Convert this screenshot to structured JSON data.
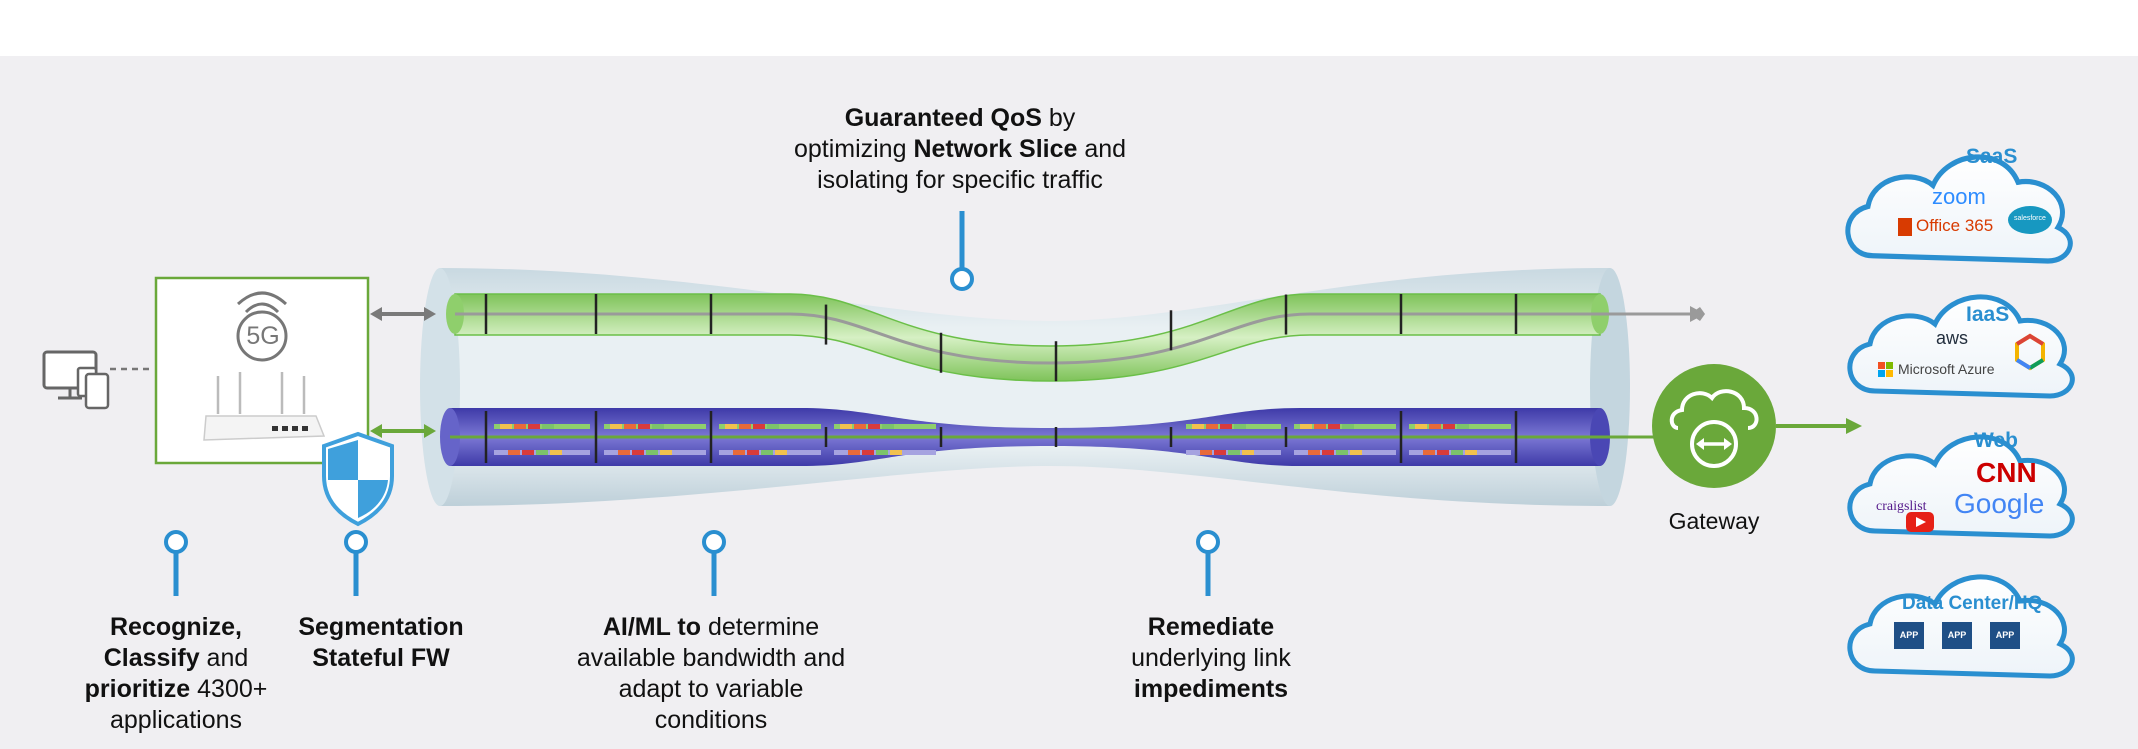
{
  "top_callout": {
    "line1_bold": "Guaranteed QoS",
    "line1_rest": " by",
    "line2_pre": "optimizing ",
    "line2_bold": "Network Slice",
    "line2_post": " and",
    "line3": "isolating for specific traffic"
  },
  "callouts": {
    "recognize": {
      "l1_bold": "Recognize,",
      "l2_bold": "Classify",
      "l2_rest": " and",
      "l3_bold": "prioritize",
      "l3_rest": " 4300+",
      "l4": "applications"
    },
    "segmentation": {
      "l1_bold": "Segmentation",
      "l2_bold": "Stateful FW"
    },
    "aiml": {
      "l1_bold": "AI/ML to",
      "l1_rest": " determine",
      "l2": "available bandwidth and",
      "l3": "adapt to variable",
      "l4": "conditions"
    },
    "remediate": {
      "l1_bold": "Remediate",
      "l2": "underlying link",
      "l3_bold": "impediments"
    }
  },
  "router": {
    "badge": "5G"
  },
  "gateway": {
    "label": "Gateway"
  },
  "clouds": [
    {
      "title": "SaaS",
      "logos": [
        "zoom",
        "Office 365",
        "salesforce"
      ]
    },
    {
      "title": "IaaS",
      "logos": [
        "aws",
        "Microsoft Azure"
      ]
    },
    {
      "title": "Web",
      "logos": [
        "CNN",
        "craigslist",
        "Google"
      ]
    },
    {
      "title": "Data Center/HQ",
      "logos": [
        "APP",
        "APP",
        "APP"
      ]
    }
  ],
  "colors": {
    "accent_blue": "#2a8fd0",
    "green": "#6aa83a",
    "pipe_outer": "#c9d9e2",
    "lane_green": "#a8d98a",
    "lane_purple": "#5f5cc0",
    "app_box": "#1f4f86"
  }
}
